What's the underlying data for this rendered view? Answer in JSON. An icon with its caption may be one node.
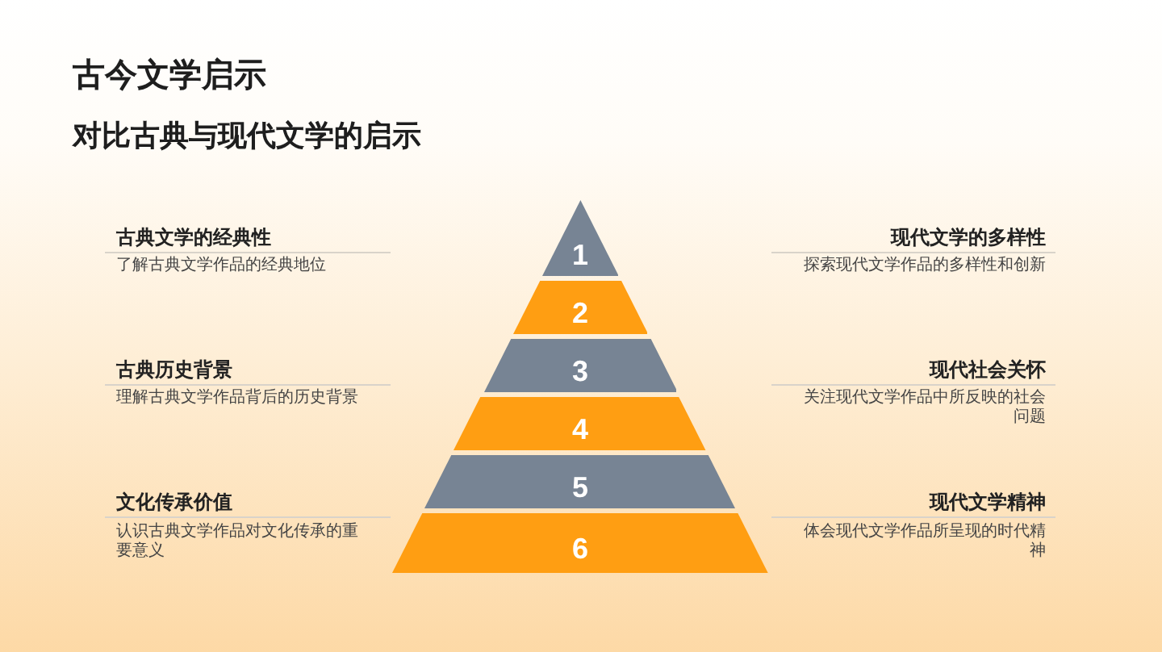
{
  "diagram": {
    "title": "古今文学启示",
    "nodes": [
      {
        "text": [
          "1"
        ]
      },
      {
        "text": [
          "2"
        ]
      },
      {
        "text": [
          "3"
        ]
      },
      {
        "text": [
          "4"
        ]
      },
      {
        "text": [
          "5"
        ]
      },
      {
        "text": [
          "6"
        ]
      }
    ],
    "labels": [
      "对比古典与现代文学的启示",
      "古典文学的经典性",
      "了解古典文学作品的经典地位",
      "现代文学的多样性",
      "探索现代文学作品的多样性和创新",
      "古典历史背景",
      "理解古典文学作品背后的历史背景",
      "现代社会关怀",
      "关注现代文学作品中所反映的社会问题",
      "文化传承价值",
      "认识古典文学作品对文化传承的重要意义",
      "现代文学精神",
      "体会现代文学作品所呈现的时代精神"
    ]
  }
}
